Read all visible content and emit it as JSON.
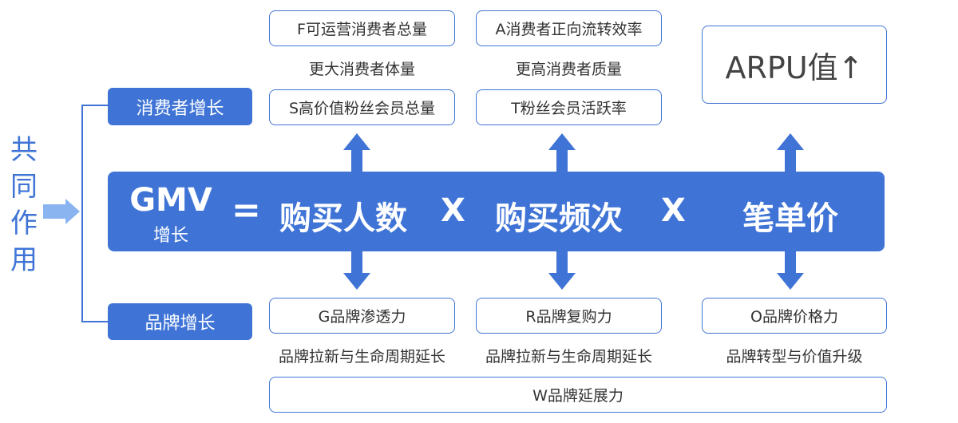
{
  "side_label": [
    "共",
    "同",
    "作",
    "用"
  ],
  "tags": {
    "consumer": "消费者增长",
    "brand": "品牌增长"
  },
  "formula": {
    "gmv": "GMV",
    "gmv_sub": "增长",
    "equals": "=",
    "term1": "购买人数",
    "times1": "X",
    "term2": "购买频次",
    "times2": "X",
    "term3": "笔单价"
  },
  "top": {
    "f_box": "F可运营消费者总量",
    "f_caption": "更大消费者体量",
    "s_box": "S高价值粉丝会员总量",
    "a_box": "A消费者正向流转效率",
    "a_caption": "更高消费者质量",
    "t_box": "T粉丝会员活跃率",
    "arpu_box": "ARPU值↑"
  },
  "bottom": {
    "g_box": "G品牌渗透力",
    "g_caption": "品牌拉新与生命周期延长",
    "r_box": "R品牌复购力",
    "r_caption": "品牌拉新与生命周期延长",
    "o_box": "O品牌价格力",
    "o_caption": "品牌转型与价值升级",
    "w_box": "W品牌延展力"
  },
  "colors": {
    "accent": "#3f74d6",
    "arrow_light": "#8ab4f0"
  }
}
